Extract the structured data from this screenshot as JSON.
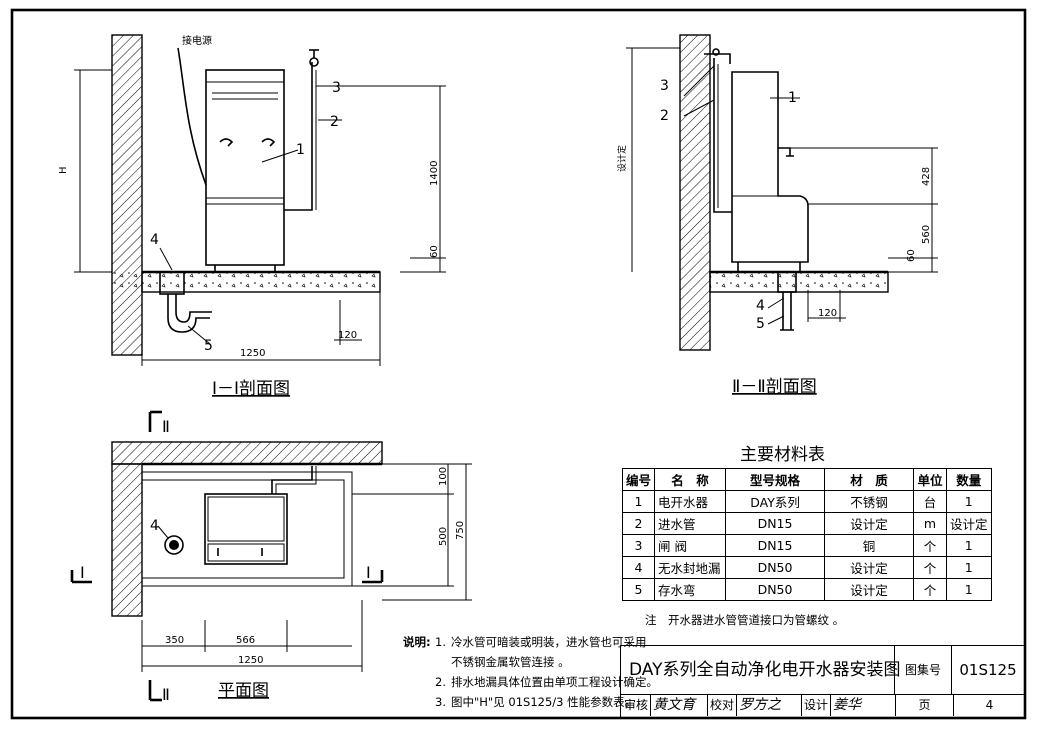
{
  "section1": {
    "title": "Ⅰ－Ⅰ剖面图",
    "power_label": "接电源",
    "h_label": "H",
    "dim_1400": "1400",
    "dim_60": "60",
    "dim_120": "120",
    "dim_1250": "1250",
    "callouts": [
      "1",
      "2",
      "3",
      "4",
      "5"
    ]
  },
  "section2": {
    "title": "Ⅱ－Ⅱ剖面图",
    "design_label": "设计定",
    "dim_428": "428",
    "dim_560": "560",
    "dim_60": "60",
    "dim_120": "120",
    "callouts": [
      "1",
      "2",
      "3",
      "4",
      "5"
    ]
  },
  "plan": {
    "title": "平面图",
    "cut_II": "Ⅱ",
    "cut_I": "I",
    "dim_100": "100",
    "dim_500": "500",
    "dim_750": "750",
    "dim_350": "350",
    "dim_566": "566",
    "dim_1250": "1250",
    "callout_4": "4"
  },
  "materials": {
    "title": "主要材料表",
    "headers": [
      "编号",
      "名　称",
      "型号规格",
      "材　质",
      "单位",
      "数量"
    ],
    "rows": [
      [
        "1",
        "电开水器",
        "DAY系列",
        "不锈钢",
        "台",
        "1"
      ],
      [
        "2",
        "进水管",
        "DN15",
        "设计定",
        "m",
        "设计定"
      ],
      [
        "3",
        "闸 阀",
        "DN15",
        "铜",
        "个",
        "1"
      ],
      [
        "4",
        "无水封地漏",
        "DN50",
        "设计定",
        "个",
        "1"
      ],
      [
        "5",
        "存水弯",
        "DN50",
        "设计定",
        "个",
        "1"
      ]
    ],
    "note": "注　开水器进水管管道接口为管螺纹 。"
  },
  "notes": {
    "label": "说明:",
    "items": [
      [
        "1.",
        "冷水管可暗装或明装，进水管也可采用"
      ],
      [
        "",
        "不锈钢金属软管连接 。"
      ],
      [
        "2.",
        "排水地漏具体位置由单项工程设计确定。"
      ],
      [
        "3.",
        "图中\"H\"见 01S125/3 性能参数表。"
      ]
    ]
  },
  "title_block": {
    "drawing_title": "DAY系列全自动净化电开水器安装图",
    "atlas_label": "图集号",
    "atlas_no": "01S125",
    "review_label": "审核",
    "review_sig": "黄文育",
    "check_label": "校对",
    "check_sig": "罗方之",
    "design_label": "设计",
    "design_sig": "姜华",
    "page_label": "页",
    "page_no": "4"
  }
}
